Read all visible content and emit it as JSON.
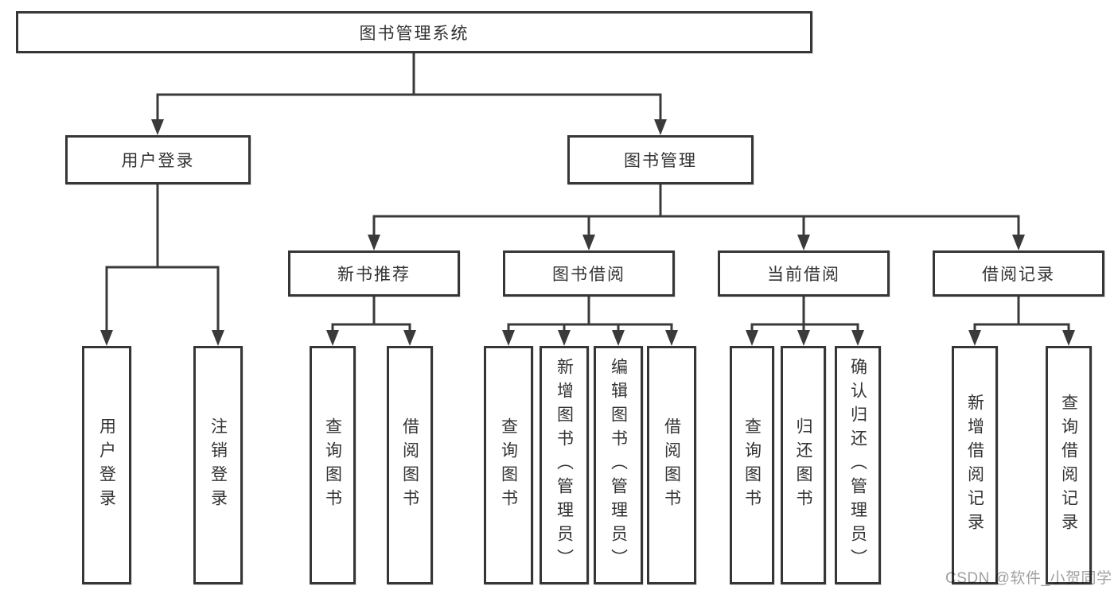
{
  "tree": {
    "root": {
      "label": "图书管理系统"
    },
    "branches": [
      {
        "label": "用户登录",
        "children": [
          {
            "label": "用户登录"
          },
          {
            "label": "注销登录"
          }
        ]
      },
      {
        "label": "图书管理",
        "sections": [
          {
            "label": "新书推荐",
            "children": [
              {
                "label": "查询图书"
              },
              {
                "label": "借阅图书"
              }
            ]
          },
          {
            "label": "图书借阅",
            "children": [
              {
                "label": "查询图书"
              },
              {
                "label": "新增图书（管理员）"
              },
              {
                "label": "编辑图书（管理员）"
              },
              {
                "label": "借阅图书"
              }
            ]
          },
          {
            "label": "当前借阅",
            "children": [
              {
                "label": "查询图书"
              },
              {
                "label": "归还图书"
              },
              {
                "label": "确认归还（管理员）"
              }
            ]
          },
          {
            "label": "借阅记录",
            "children": [
              {
                "label": "新增借阅记录"
              },
              {
                "label": "查询借阅记录"
              }
            ]
          }
        ]
      }
    ]
  },
  "watermark": {
    "text": "CSDN @软件_小贺同学"
  },
  "colors": {
    "line": "#3a3a3a",
    "box_border": "#363636",
    "box_bg": "#ffffff",
    "text": "#333333",
    "watermark": "#a0a0a0"
  }
}
